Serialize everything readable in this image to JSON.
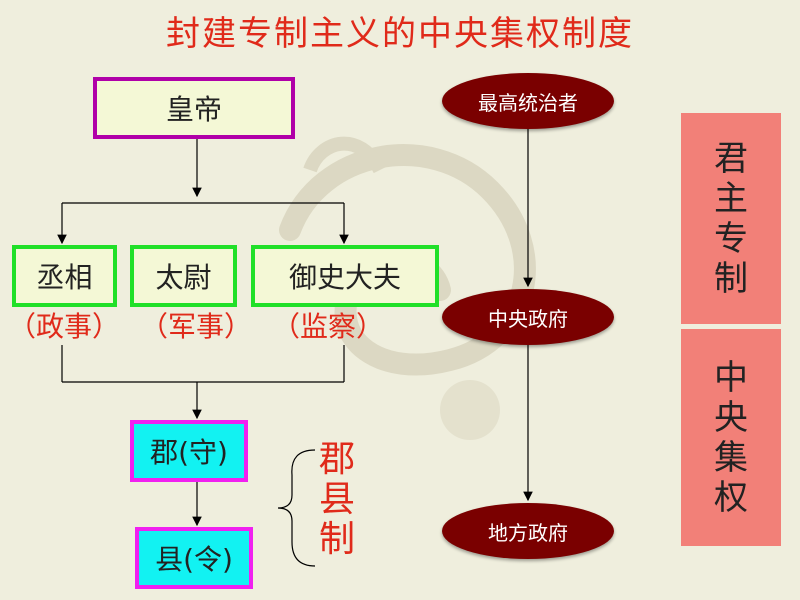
{
  "title": "封建专制主义的中央集权制度",
  "org": {
    "emperor": "皇帝",
    "ministers": [
      {
        "name": "丞相",
        "role": "（政事）"
      },
      {
        "name": "太尉",
        "role": "（军事）"
      },
      {
        "name": "御史大夫",
        "role": "（监察）"
      }
    ],
    "commandery": "郡(守)",
    "county": "县(令)",
    "system_label": [
      "郡",
      "县",
      "制"
    ]
  },
  "hierarchy": [
    "最高统治者",
    "中央政府",
    "地方政府"
  ],
  "panels": {
    "top": [
      "君",
      "主",
      "专",
      "制"
    ],
    "bottom": [
      "中",
      "央",
      "集",
      "权"
    ]
  },
  "colors": {
    "title": "#e02a1a",
    "oval": "#7a0000",
    "panel": "#f28078",
    "emperor_border": "#b000a8",
    "minister_border": "#20e028",
    "local_fill": "#12f2f2"
  }
}
